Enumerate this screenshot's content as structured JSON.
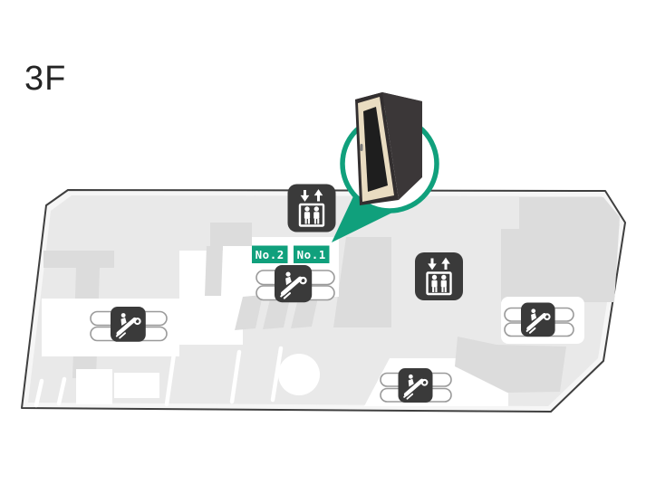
{
  "page": {
    "floor_label": "3F"
  },
  "badges": {
    "no2": "No.2",
    "no1": "No.1"
  },
  "icons": {
    "elevator": "elevator-icon",
    "escalator": "escalator-icon",
    "callout_subject": "soundproof-booth"
  },
  "colors": {
    "accent_green": "#10a07c",
    "icon_dark": "#3a3a3a",
    "map_band": "#f6f6f6",
    "map_fill": "#e9e9e9",
    "block_fill": "#dcdcdc",
    "booth_front": "#332f30",
    "booth_side": "#3b3738",
    "booth_roof": "#454142",
    "booth_door": "#e9dcc1",
    "booth_window": "#1e1e1e"
  }
}
